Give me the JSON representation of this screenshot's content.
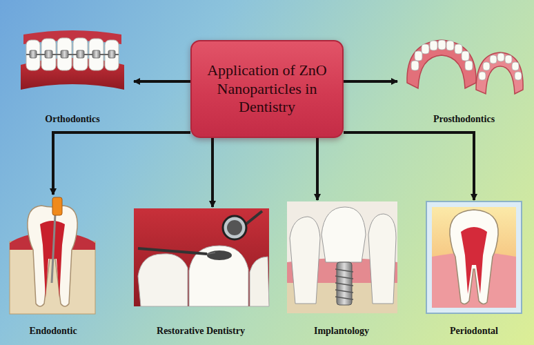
{
  "diagram": {
    "nodes": [
      {
        "text": [
          "Application of ZnO Nanoparticles in Dentistry"
        ]
      },
      {
        "text": [
          "Orthodontics"
        ]
      },
      {
        "text": [
          "Prosthodontics"
        ]
      },
      {
        "text": [
          "Endodontic"
        ]
      },
      {
        "text": [
          "Restorative Dentistry"
        ]
      },
      {
        "text": [
          "Implantology"
        ]
      },
      {
        "text": [
          "Periodontal"
        ]
      }
    ],
    "edges": [
      {
        "from": 0,
        "to": 1,
        "arrow": "to"
      },
      {
        "from": 0,
        "to": 2,
        "arrow": "to"
      },
      {
        "from": 0,
        "to": 3,
        "arrow": "to"
      },
      {
        "from": 0,
        "to": 4,
        "arrow": "to"
      },
      {
        "from": 0,
        "to": 5,
        "arrow": "to"
      },
      {
        "from": 0,
        "to": 6,
        "arrow": "to"
      }
    ]
  }
}
